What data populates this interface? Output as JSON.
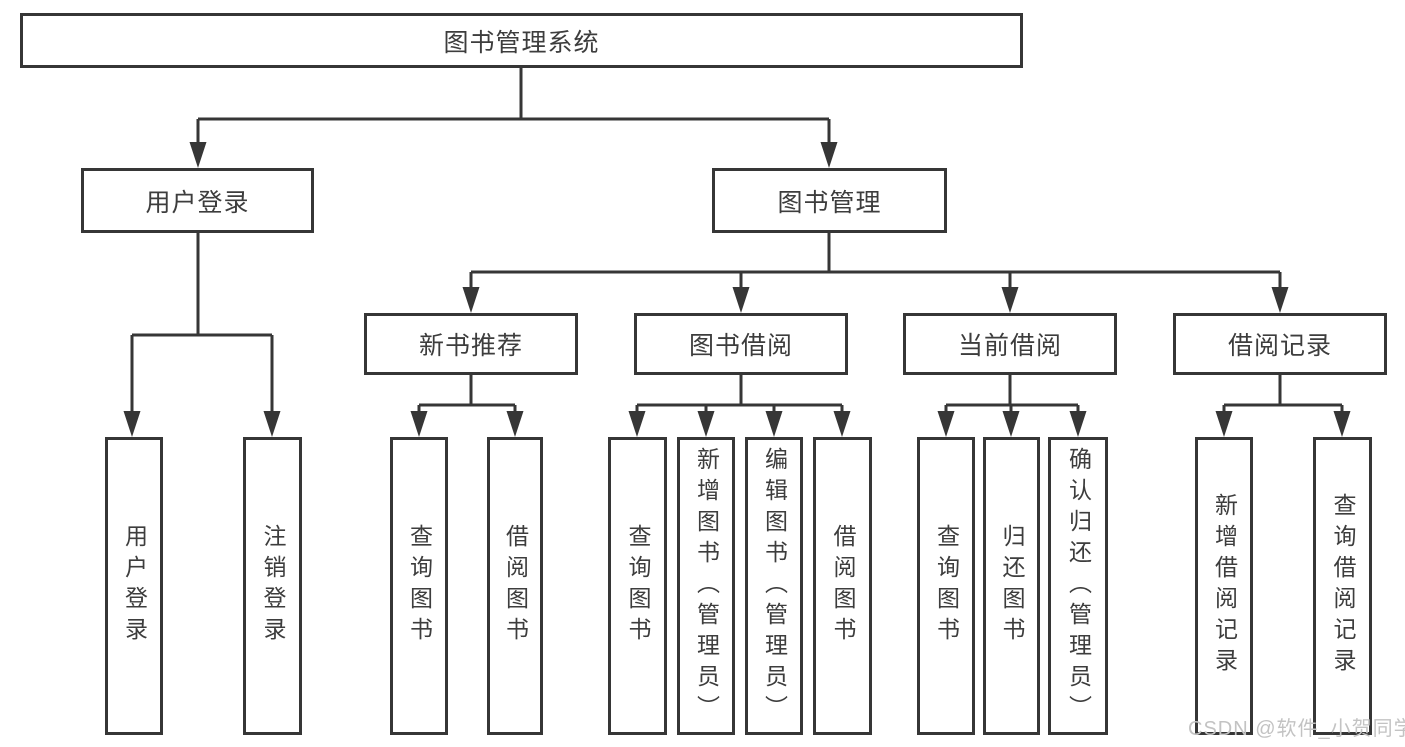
{
  "tree": {
    "root": {
      "label": "图书管理系统"
    },
    "branches": [
      {
        "label": "用户登录",
        "children": [
          {
            "label": "用户登录"
          },
          {
            "label": "注销登录"
          }
        ]
      },
      {
        "label": "图书管理",
        "children": [
          {
            "label": "新书推荐",
            "children": [
              {
                "label": "查询图书"
              },
              {
                "label": "借阅图书"
              }
            ]
          },
          {
            "label": "图书借阅",
            "children": [
              {
                "label": "查询图书"
              },
              {
                "label": "新增图书（管理员）"
              },
              {
                "label": "编辑图书（管理员）"
              },
              {
                "label": "借阅图书"
              }
            ]
          },
          {
            "label": "当前借阅",
            "children": [
              {
                "label": "查询图书"
              },
              {
                "label": "归还图书"
              },
              {
                "label": "确认归还（管理员）"
              }
            ]
          },
          {
            "label": "借阅记录",
            "children": [
              {
                "label": "新增借阅记录"
              },
              {
                "label": "查询借阅记录"
              }
            ]
          }
        ]
      }
    ]
  },
  "watermark": {
    "text": "CSDN @软件_小贺同学"
  },
  "colors": {
    "line": "#363636",
    "text": "#3d3d3d",
    "box_fill": "#ffffff",
    "background": "#ffffff",
    "watermark": "#c3c3c3"
  }
}
